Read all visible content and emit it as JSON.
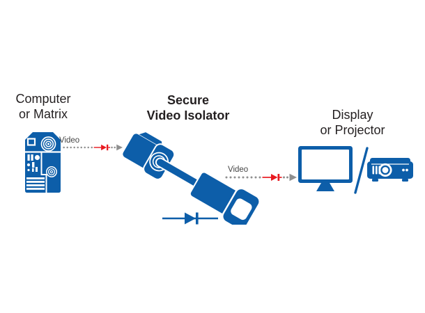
{
  "colors": {
    "brand_blue": "#0d5ea9",
    "signal_red": "#e81a20",
    "arrow_gray": "#8f8f8f",
    "text_black": "#231f20"
  },
  "source": {
    "label_line1": "Computer",
    "label_line2": "or Matrix",
    "icon": "computer-tower-icon"
  },
  "isolator": {
    "title_line1": "Secure",
    "title_line2": "Video Isolator",
    "icon": "video-isolator-icon",
    "symbol": "diode-icon"
  },
  "destination": {
    "label_line1": "Display",
    "label_line2": "or Projector",
    "icon_left": "monitor-icon",
    "icon_right": "projector-icon",
    "divider": "slash-divider-icon"
  },
  "flows": [
    {
      "label": "Video",
      "symbol": "diode-icon"
    },
    {
      "label": "Video",
      "symbol": "diode-icon"
    }
  ]
}
